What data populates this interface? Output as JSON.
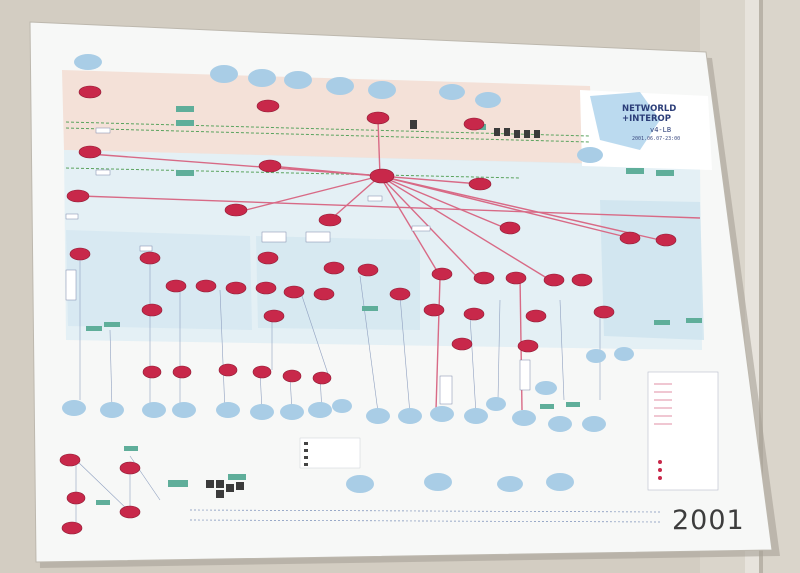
{
  "poster": {
    "year": "2001",
    "logo_line1": "NETWORLD",
    "logo_line2": "+INTEROP",
    "version": "v4-LB",
    "date_line": "2001.06.07-23:00"
  },
  "colors": {
    "wall": "#cfc9bd",
    "canvas": "#f7f8f7",
    "router": "#c8284a",
    "cloud": "#a9cde6",
    "link": "#d86a86",
    "zone_pink": "#f3ddd2",
    "zone_blue": "#dcecf4"
  },
  "icons": [
    "router-icon",
    "cloud-icon",
    "switch-icon",
    "server-icon"
  ]
}
